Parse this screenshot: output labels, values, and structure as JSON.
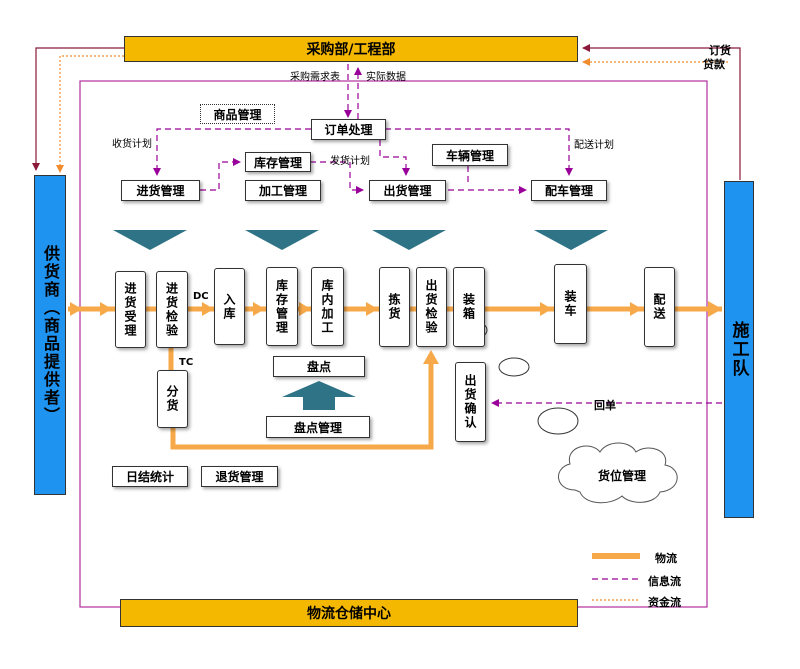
{
  "top_bar": "采购部/工程部",
  "bottom_bar": "物流仓储中心",
  "left_bar": "供货商（商品提供者）",
  "right_bar": "施工队",
  "info_labels": {
    "order_goods": "订货",
    "payment": "贷款",
    "purchase_request": "采购需求表",
    "actual_data": "实际数据",
    "receive_plan": "收货计划",
    "ship_plan": "发货计划",
    "delivery_plan": "配送计划",
    "return_receipt": "回单",
    "dc": "DC",
    "tc": "TC"
  },
  "management": {
    "goods_mgmt": "商品管理",
    "order_proc": "订单处理",
    "inventory_mgmt": "库存管理",
    "vehicle_mgmt": "车辆管理",
    "inbound_mgmt": "进货管理",
    "processing_mgmt": "加工管理",
    "outbound_mgmt": "出货管理",
    "dispatch_mgmt": "配车管理",
    "stocktake": "盘点",
    "stocktake_mgmt": "盘点管理",
    "daily_stats": "日结统计",
    "returns_mgmt": "退货管理",
    "location_mgmt": "货位管理"
  },
  "process_steps": {
    "receiving": "进货受理",
    "inspection": "进货检验",
    "storing": "入库",
    "storage_mgmt": "库存管理",
    "in_store_processing": "库内加工",
    "picking": "拣货",
    "outbound_inspection": "出货检验",
    "packing": "装箱",
    "loading": "装车",
    "delivery": "配送",
    "sorting": "分货",
    "outbound_confirm": "出货确认"
  },
  "legend": {
    "logistics": "物流",
    "info_flow": "信息流",
    "fund_flow": "资金流"
  },
  "colors": {
    "yellow_bar": "#f5b800",
    "blue_bar": "#1f93f0",
    "orange_flow": "#f7a94a",
    "info_purple": "#990099",
    "fund_orange": "#f08c2e",
    "teal_arrow": "#2f7386"
  }
}
